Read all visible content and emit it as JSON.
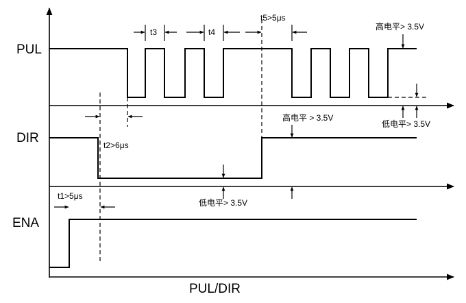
{
  "signals": {
    "pul": "PUL",
    "dir": "DIR",
    "ena": "ENA"
  },
  "x_axis_title": "PUL/DIR",
  "annotations": {
    "t1": "t1>5μs",
    "t2": "t2>6μs",
    "t3": "t3",
    "t4": "t4",
    "t5": "t5>5μs",
    "pul_high": "高电平> 3.5V",
    "pul_low": "低电平> 3.5V",
    "dir_high": "高电平 > 3.5V",
    "dir_low": "低电平> 3.5V"
  }
}
